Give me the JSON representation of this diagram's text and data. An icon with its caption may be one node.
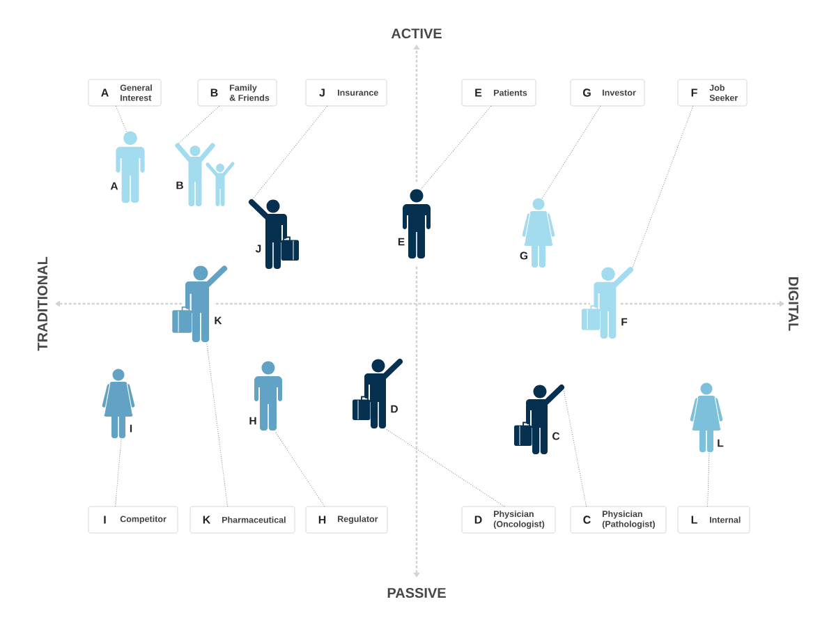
{
  "diagram": {
    "nodes": [
      {
        "text": [
          "A",
          "General Interest"
        ]
      },
      {
        "text": [
          "B",
          "Family & Friends"
        ]
      },
      {
        "text": [
          "J",
          "Insurance"
        ]
      },
      {
        "text": [
          "E",
          "Patients"
        ]
      },
      {
        "text": [
          "G",
          "Investor"
        ]
      },
      {
        "text": [
          "F",
          "Job Seeker"
        ]
      },
      {
        "text": [
          "A"
        ]
      },
      {
        "text": [
          "B"
        ]
      },
      {
        "text": [
          "J"
        ]
      },
      {
        "text": [
          "E"
        ]
      },
      {
        "text": [
          "G"
        ]
      },
      {
        "text": [
          "K"
        ]
      },
      {
        "text": [
          "F"
        ]
      },
      {
        "text": [
          "I"
        ]
      },
      {
        "text": [
          "H"
        ]
      },
      {
        "text": [
          "D"
        ]
      },
      {
        "text": [
          "C"
        ]
      },
      {
        "text": [
          "L"
        ]
      },
      {
        "text": [
          "I",
          "Competitor"
        ]
      },
      {
        "text": [
          "K",
          "Pharmaceutical"
        ]
      },
      {
        "text": [
          "H",
          "Regulator"
        ]
      },
      {
        "text": [
          "D",
          "Physician (Oncologist)"
        ]
      },
      {
        "text": [
          "C",
          "Physician (Pathologist)"
        ]
      },
      {
        "text": [
          "L",
          "Internal"
        ]
      }
    ],
    "edges": [
      {
        "from": 0,
        "to": 6,
        "arrow": "none"
      },
      {
        "from": 1,
        "to": 7,
        "arrow": "none"
      },
      {
        "from": 2,
        "to": 8,
        "arrow": "none"
      },
      {
        "from": 3,
        "to": 9,
        "arrow": "none"
      },
      {
        "from": 4,
        "to": 10,
        "arrow": "none"
      },
      {
        "from": 5,
        "to": 12,
        "arrow": "none"
      },
      {
        "from": 18,
        "to": 13,
        "arrow": "none"
      },
      {
        "from": 19,
        "to": 11,
        "arrow": "none"
      },
      {
        "from": 20,
        "to": 14,
        "arrow": "none"
      },
      {
        "from": 21,
        "to": 15,
        "arrow": "none"
      },
      {
        "from": 22,
        "to": 16,
        "arrow": "none"
      },
      {
        "from": 23,
        "to": 17,
        "arrow": "none"
      }
    ],
    "labels": [
      "ACTIVE",
      "TRADITIONAL",
      "DIGITAL",
      "PASSIVE"
    ]
  }
}
